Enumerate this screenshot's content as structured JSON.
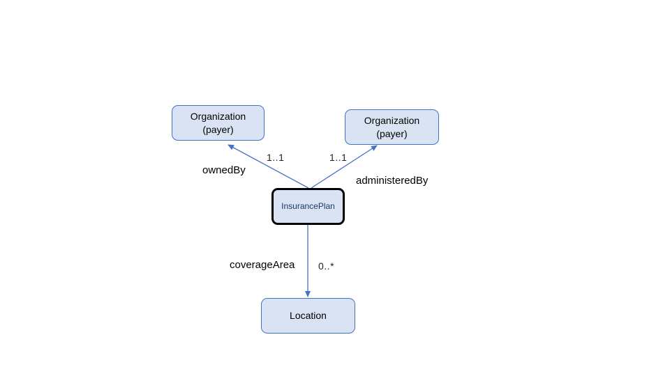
{
  "diagram": {
    "nodes": {
      "owner": {
        "line1": "Organization",
        "line2": "(payer)"
      },
      "admin": {
        "line1": "Organization",
        "line2": "(payer)"
      },
      "plan": {
        "label": "InsurancePlan"
      },
      "location": {
        "label": "Location"
      }
    },
    "edges": {
      "owned_by": {
        "role": "ownedBy",
        "multiplicity": "1..1"
      },
      "administered_by": {
        "role": "administeredBy",
        "multiplicity": "1..1"
      },
      "coverage_area": {
        "role": "coverageArea",
        "multiplicity": "0..*"
      }
    },
    "colors": {
      "node_fill": "#dae3f3",
      "node_border": "#4472c4",
      "edge": "#4472c4",
      "center_border": "#000000"
    }
  }
}
